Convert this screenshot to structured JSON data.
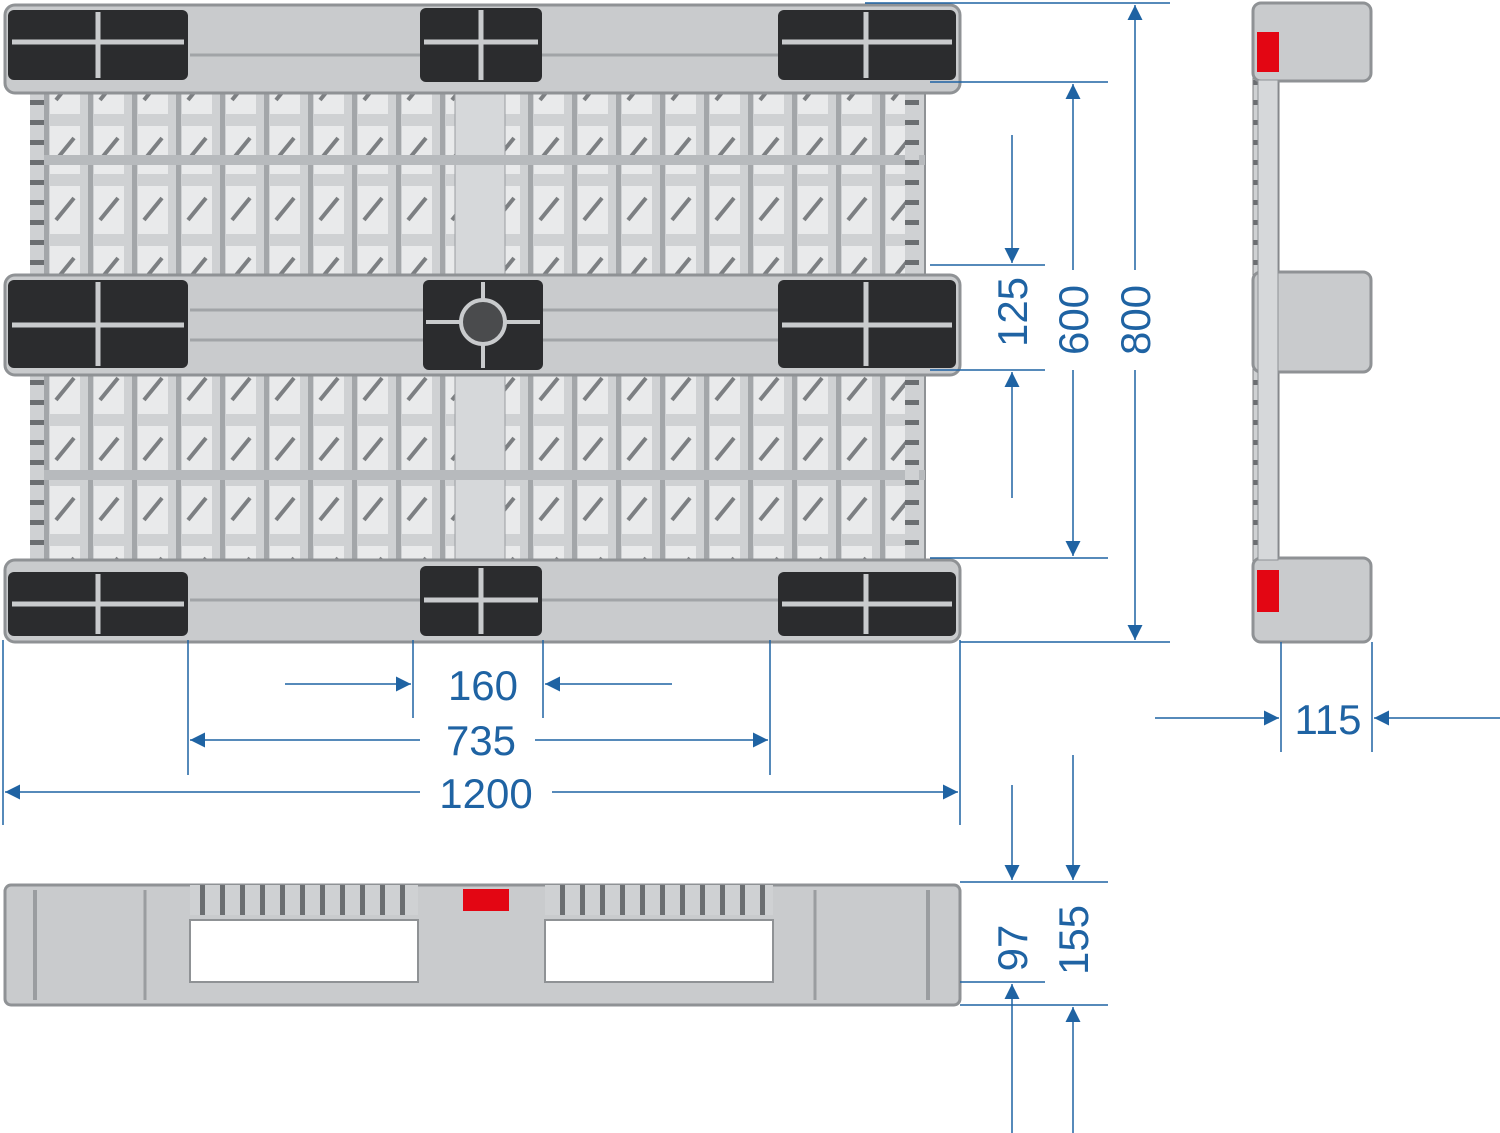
{
  "colors": {
    "dimension": "#1f63a3",
    "extension_line": "#1f63a3",
    "pallet_body": "#c9cbcd",
    "pallet_shadow": "#8f9295",
    "pallet_dark": "#2b2c2e",
    "marker_red": "#e30613"
  },
  "views": {
    "top": "top-view-of-plastic-pallet",
    "side": "side-view-of-plastic-pallet",
    "front": "front-view-of-plastic-pallet"
  },
  "dimensions": {
    "block_width": "160",
    "inner_span": "735",
    "overall_length": "1200",
    "stringer_width": "125",
    "inner_depth": "600",
    "overall_width": "800",
    "side_block_width": "115",
    "deck_height": "97",
    "overall_height": "155"
  }
}
